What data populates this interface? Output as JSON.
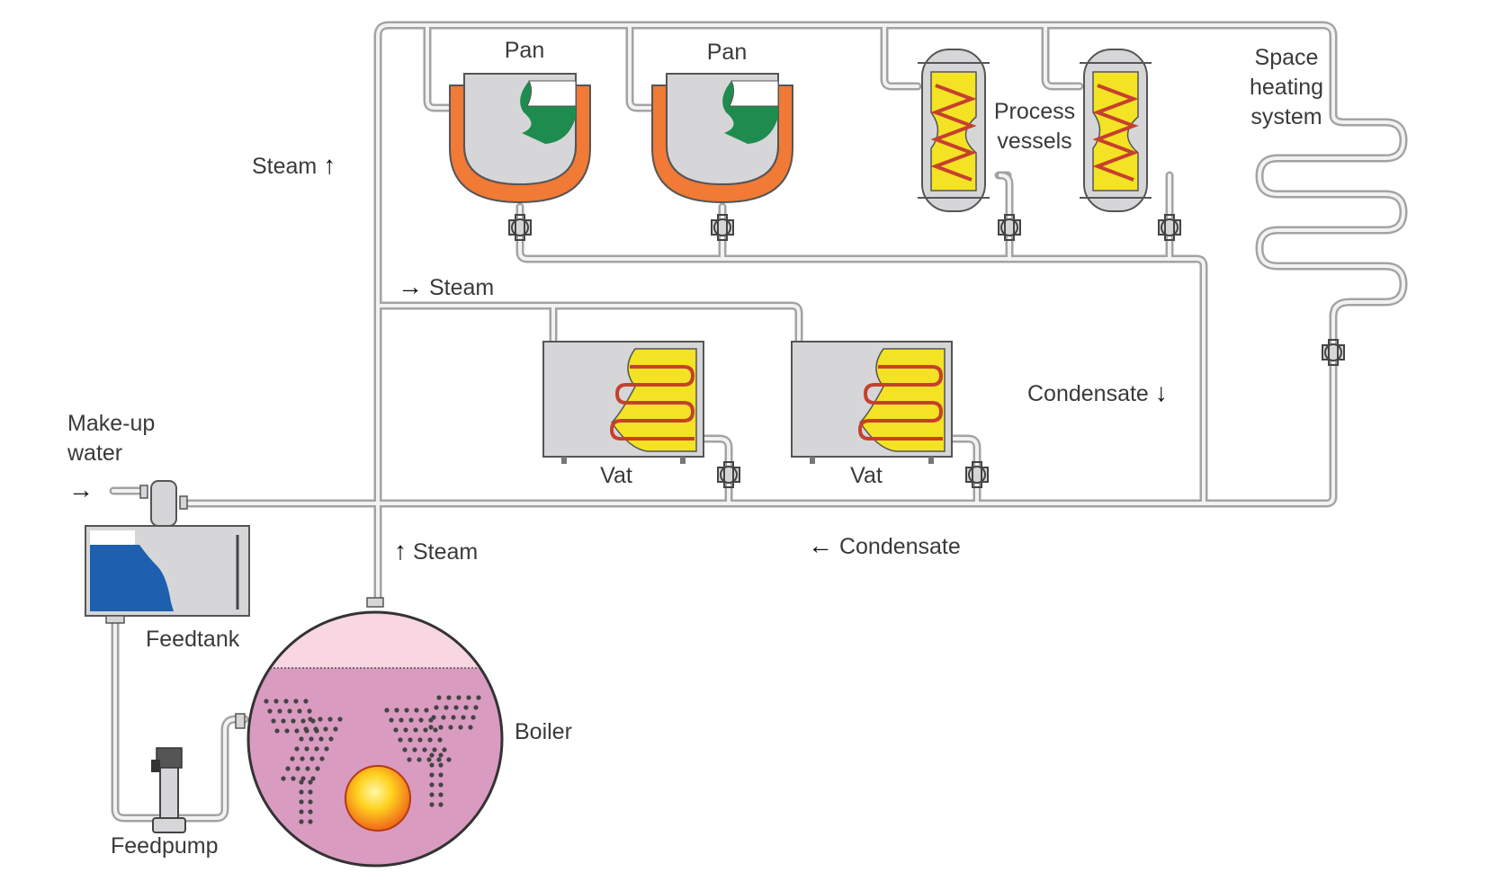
{
  "labels": {
    "pan_1": "Pan",
    "pan_2": "Pan",
    "process_vessels": [
      "Process",
      "vessels"
    ],
    "space_heating": [
      "Space",
      "heating",
      "system"
    ],
    "steam_up_top": "Steam",
    "steam_right": "Steam",
    "steam_up_bottom": "Steam",
    "condensate_right": "Condensate",
    "condensate_bottom": "Condensate",
    "vat_1": "Vat",
    "vat_2": "Vat",
    "makeup_water": [
      "Make-up",
      "water"
    ],
    "feedtank": "Feedtank",
    "feedpump": "Feedpump",
    "boiler": "Boiler"
  },
  "icons": {
    "arrow_up": "↑",
    "arrow_down": "↓",
    "arrow_left": "←",
    "arrow_right": "→"
  },
  "colors": {
    "pipe": "#9a9a9a",
    "pipe_fill": "#f1f1f1",
    "vessel_grey": "#d6d6d8",
    "pan_jacket": "#f07a36",
    "pan_liquid": "#1e8c4e",
    "coil_yellow": "#f3e324",
    "coil_red": "#c6402e",
    "feed_water": "#1f5fb0",
    "boiler_water": "#d99bc0",
    "boiler_steam": "#f8d6e2",
    "fire_core": "#ffe94a",
    "fire_edge": "#f27a1c"
  }
}
